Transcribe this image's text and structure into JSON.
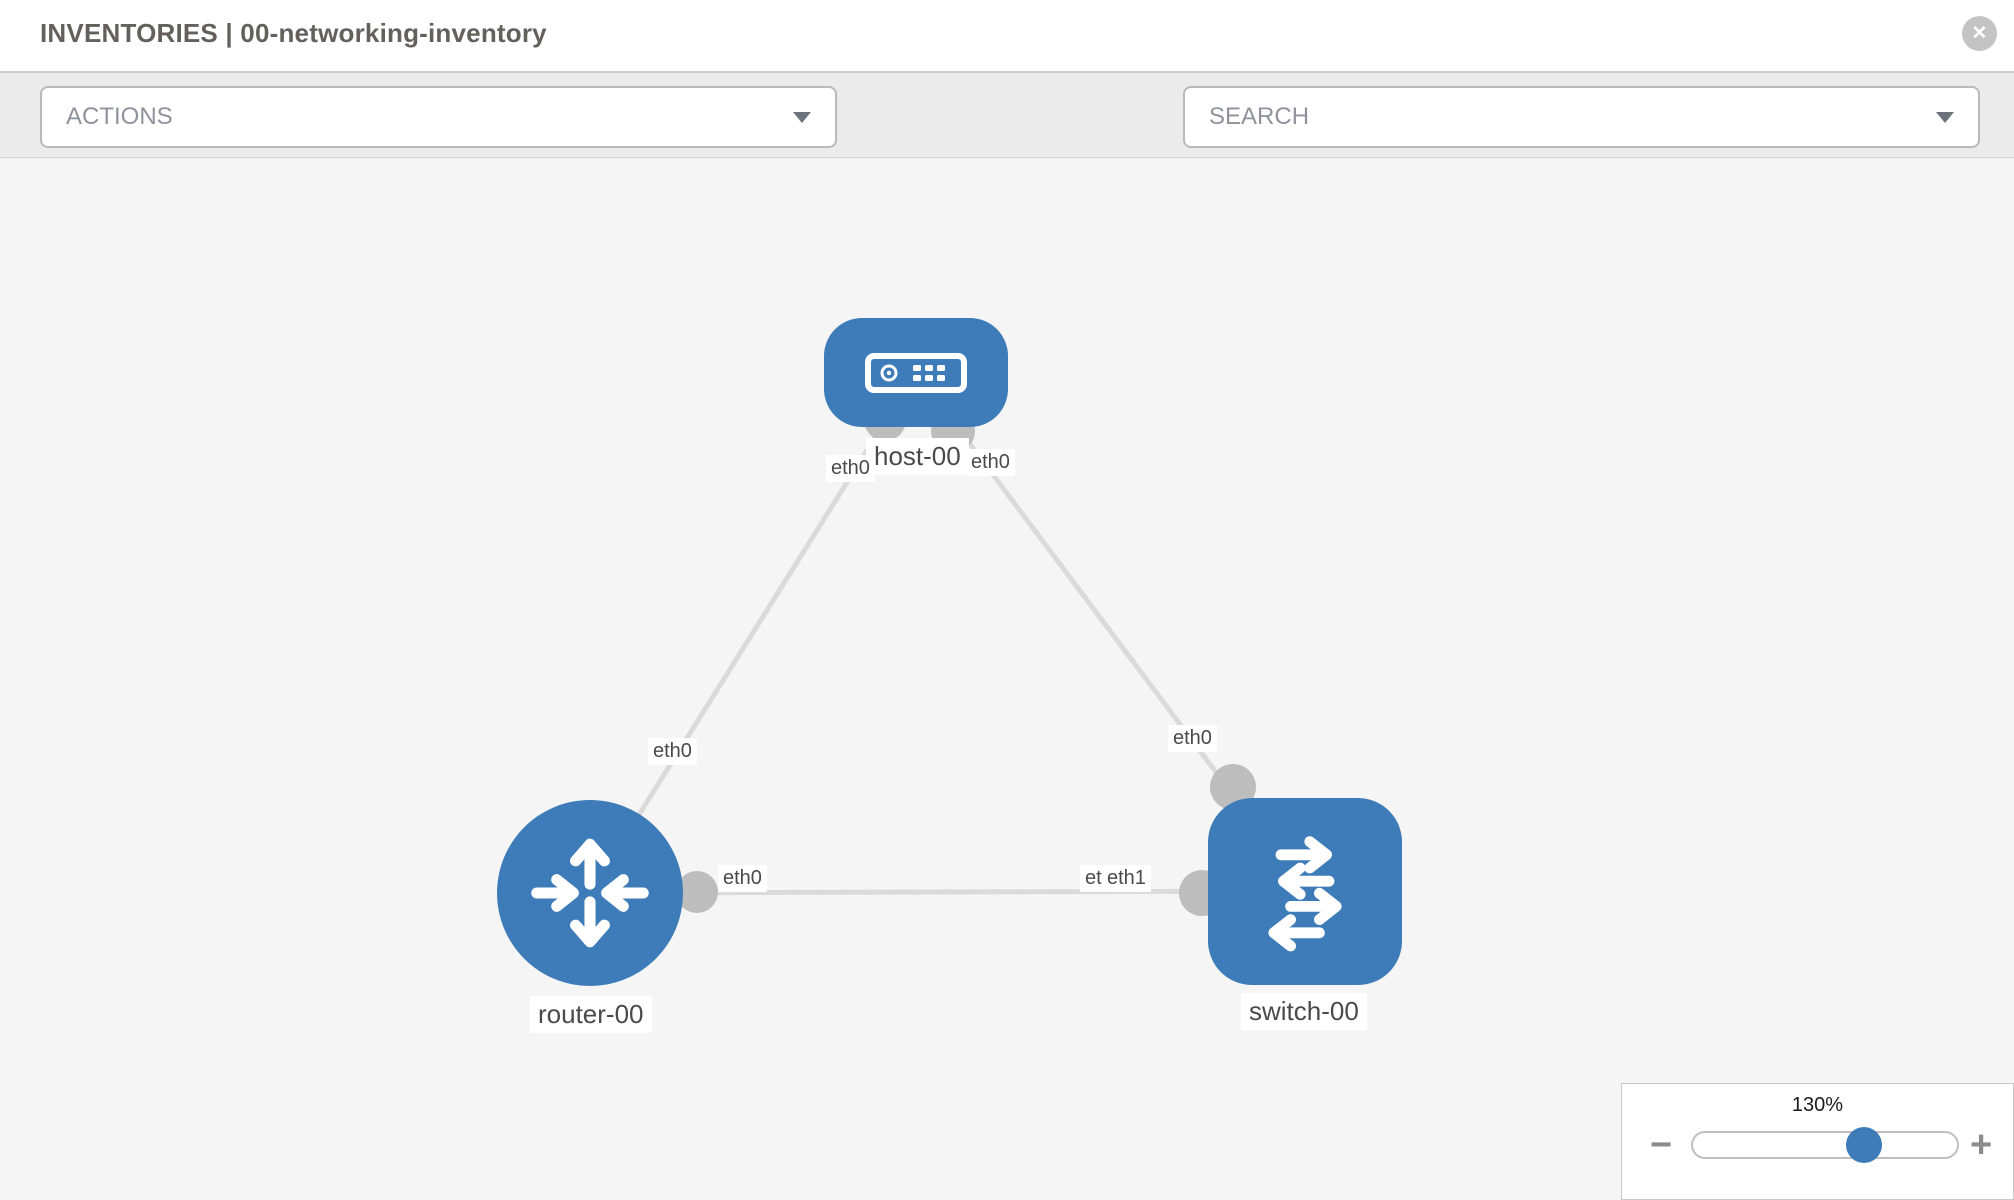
{
  "header": {
    "title": "INVENTORIES | 00-networking-inventory"
  },
  "toolbar": {
    "actions_label": "ACTIONS",
    "search_label": "SEARCH",
    "icons": [
      "wrench-icon",
      "key-icon"
    ]
  },
  "topology": {
    "nodes": [
      {
        "id": "host-00",
        "type": "host",
        "label": "host-00"
      },
      {
        "id": "router-00",
        "type": "router",
        "label": "router-00"
      },
      {
        "id": "switch-00",
        "type": "switch",
        "label": "switch-00"
      }
    ],
    "links": [
      {
        "from": "host-00",
        "to": "router-00",
        "from_interface": "eth0",
        "to_interface": "eth0"
      },
      {
        "from": "host-00",
        "to": "switch-00",
        "from_interface": "eth0",
        "to_interface": "eth0"
      },
      {
        "from": "router-00",
        "to": "switch-00",
        "from_interface": "eth0",
        "to_interface": "eth1",
        "to_interface_overlapped": "eth0"
      }
    ]
  },
  "zoom_control": {
    "level": "130%",
    "minus_glyph": "−",
    "plus_glyph": "+"
  },
  "colors": {
    "node_blue": "#3d7cb8",
    "port_gray": "#bdbdbd",
    "link_gray": "#dadada",
    "canvas_bg": "#f5f5f5",
    "toolbar_bg": "#ebebeb"
  }
}
